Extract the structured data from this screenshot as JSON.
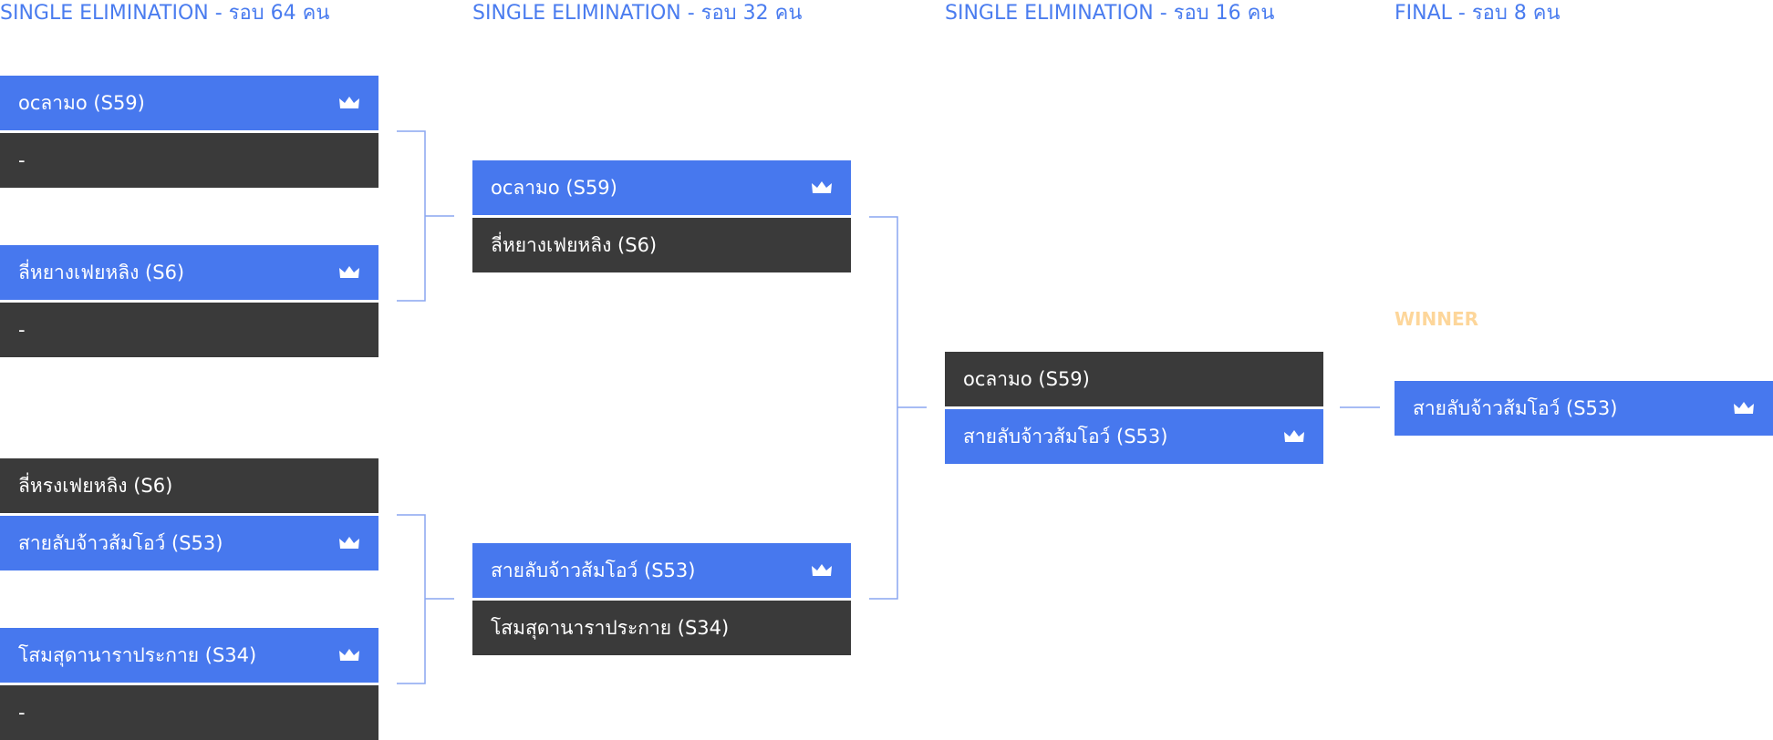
{
  "rounds": {
    "r64": "SINGLE ELIMINATION - รอบ 64 คน",
    "r32": "SINGLE ELIMINATION - รอบ 32 คน",
    "r16": "SINGLE ELIMINATION - รอบ 16 คน",
    "final": "FINAL - รอบ 8 คน"
  },
  "r64": {
    "m1": {
      "top": "ocลามo (S59)",
      "bottom": "-"
    },
    "m2": {
      "top": "ลี่หยางเฟยหลิง (S6)",
      "bottom": "-"
    },
    "m3": {
      "top": "ลี่หรงเฟยหลิง (S6)",
      "bottom": "สายลับจ้าวส้มโอว์ (S53)"
    },
    "m4": {
      "top": "โสมสุดานาราประกาย (S34)",
      "bottom": "-"
    }
  },
  "r32": {
    "m1": {
      "top": "ocลามo (S59)",
      "bottom": "ลี่หยางเฟยหลิง (S6)"
    },
    "m2": {
      "top": "สายลับจ้าวส้มโอว์ (S53)",
      "bottom": "โสมสุดานาราประกาย (S34)"
    }
  },
  "r16": {
    "m1": {
      "top": "ocลามo (S59)",
      "bottom": "สายลับจ้าวส้มโอว์ (S53)"
    }
  },
  "winner": {
    "label": "WINNER",
    "name": "สายลับจ้าวส้มโอว์ (S53)"
  },
  "colors": {
    "winner_bg": "#4778ee",
    "loser_bg": "#3a3a3a",
    "title": "#4a7cef",
    "connector": "#8aa6f0",
    "winner_label": "#fdd69a"
  },
  "icons": {
    "winner_marker": "crown-icon"
  }
}
